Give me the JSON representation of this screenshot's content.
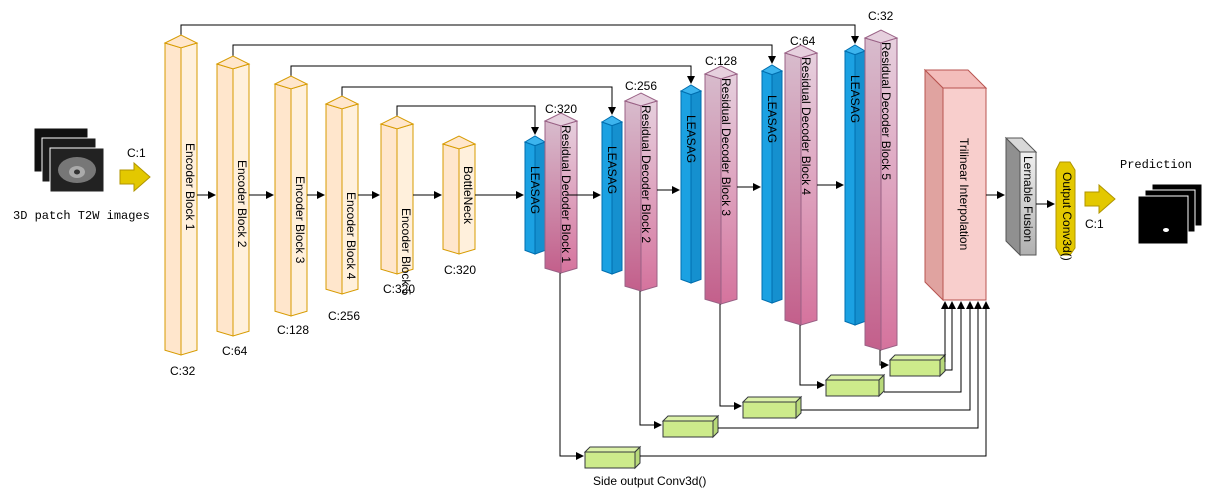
{
  "input": {
    "label": "3D patch T2W images",
    "channels": "C:1"
  },
  "encoder": [
    {
      "label": "Encoder Block 1",
      "channels": "C:32"
    },
    {
      "label": "Encoder Block 2",
      "channels": "C:64"
    },
    {
      "label": "Encoder Block 3",
      "channels": "C:128"
    },
    {
      "label": "Encoder Block 4",
      "channels": "C:256"
    },
    {
      "label": "Encoder Block 5",
      "channels": "C:320"
    }
  ],
  "bottleneck": {
    "label": "BottleNeck",
    "channels": "C:320"
  },
  "leasag_label": "LEASAG",
  "decoder": [
    {
      "label": "Residual Decoder Block 1",
      "channels": "C:320"
    },
    {
      "label": "Residual Decoder Block 2",
      "channels": "C:256"
    },
    {
      "label": "Residual Decoder Block 3",
      "channels": "C:128"
    },
    {
      "label": "Residual Decoder Block 4",
      "channels": "C:64"
    },
    {
      "label": "Residual Decoder Block 5",
      "channels": "C:32"
    }
  ],
  "side_output_label": "Side output Conv3d()",
  "interpolation_label": "Trilinear Interpolation",
  "fusion_label": "Lernable Fusion",
  "output_conv_label": "Output Conv3d()",
  "output_channels": "C:1",
  "prediction_label": "Prediction",
  "colors": {
    "encoder_fill": "#ffe6cc",
    "encoder_stroke": "#d79b00",
    "leasag_fill": "#1ba1e2",
    "leasag_stroke": "#006eaf",
    "decoder_light": "#e6d0de",
    "decoder_dark": "#d5739d",
    "decoder_stroke": "#996185",
    "side_fill": "#cdeb8b",
    "side_stroke": "#36393d",
    "interp_fill": "#f8cecc",
    "interp_stroke": "#b85450",
    "fusion_fill": "#c0c0c0",
    "output_fill": "#e3c800",
    "arrow_fill": "#e3c800"
  }
}
